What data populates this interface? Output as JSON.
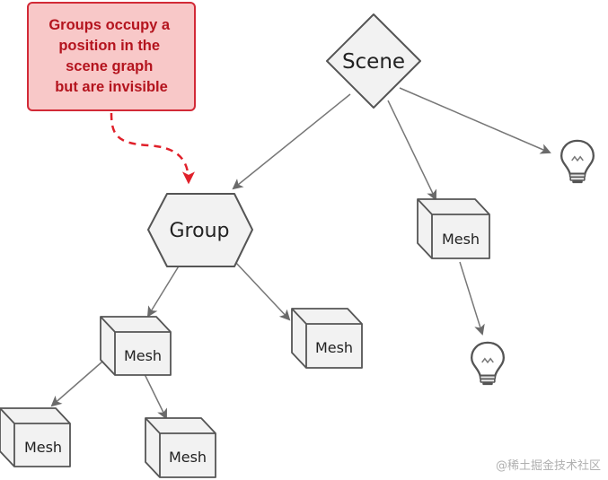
{
  "diagram": {
    "note": {
      "lines": [
        "Groups occupy a",
        "position in the",
        "scene graph",
        "but are invisible"
      ],
      "fill": "#f8c8c8",
      "stroke": "#d22a37",
      "arrow_color": "#e0202a"
    },
    "nodes": {
      "scene": {
        "label": "Scene"
      },
      "group": {
        "label": "Group"
      },
      "mesh_a": {
        "label": "Mesh"
      },
      "mesh_b": {
        "label": "Mesh"
      },
      "mesh_c": {
        "label": "Mesh"
      },
      "mesh_d": {
        "label": "Mesh"
      },
      "mesh_e": {
        "label": "Mesh"
      }
    },
    "icons": {
      "light": "light-bulb-icon"
    },
    "colors": {
      "node_fill": "#f2f2f2",
      "node_stroke": "#555555",
      "edge": "#777777"
    }
  },
  "watermark": "@稀土掘金技术社区"
}
